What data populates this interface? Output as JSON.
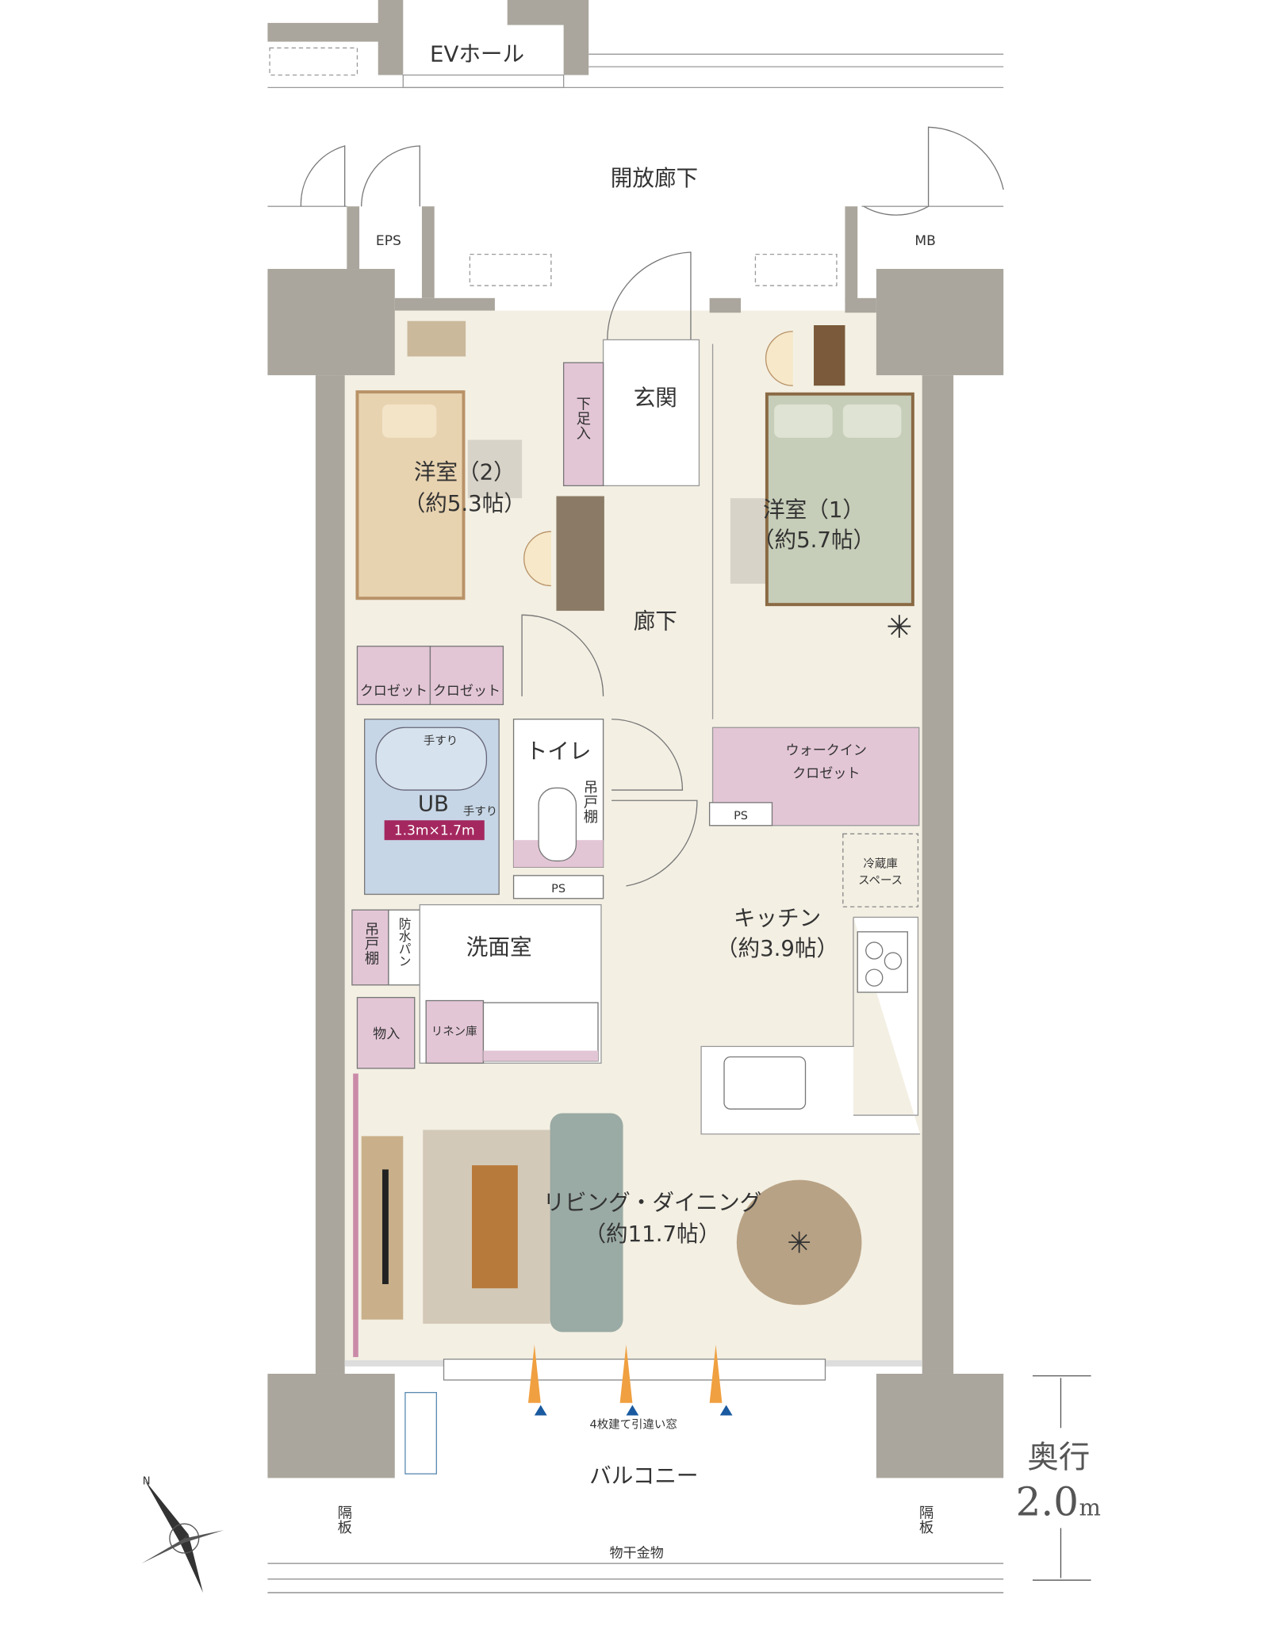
{
  "plan": {
    "ev_hall": "EVホール",
    "open_corridor": "開放廊下",
    "eps": "EPS",
    "mb": "MB",
    "western_room_2": {
      "name": "洋室（2）",
      "size": "（約5.3帖）"
    },
    "western_room_1": {
      "name": "洋室（1）",
      "size": "（約5.7帖）"
    },
    "entrance": "玄関",
    "shoe_storage": "下足入",
    "hallway": "廊下",
    "closet_a": "クロゼット",
    "closet_b": "クロゼット",
    "unit_bath": {
      "name": "UB",
      "size": "1.3m×1.7m",
      "handrail_1": "手すり",
      "handrail_2": "手すり"
    },
    "toilet": {
      "name": "トイレ",
      "shelf": "吊戸棚",
      "ps": "PS"
    },
    "walk_in_closet": {
      "line1": "ウォークイン",
      "line2": "クロゼット",
      "ps": "PS"
    },
    "fridge_space": {
      "line1": "冷蔵庫",
      "line2": "スペース"
    },
    "kitchen": {
      "name": "キッチン",
      "size": "（約3.9帖）"
    },
    "washroom": {
      "name": "洗面室",
      "shelf": "吊戸棚",
      "washer_pan": "防水パン"
    },
    "storage": "物入",
    "linen": "リネン庫",
    "living_dining": {
      "name": "リビング・ダイニング",
      "size": "（約11.7帖）"
    },
    "window": "4枚建て引違い窓",
    "balcony": "バルコニー",
    "partition_left": "隔板",
    "partition_right": "隔板",
    "clothes_rack": "物干金物",
    "depth": {
      "label": "奥行",
      "value": "2.0",
      "unit": "m"
    },
    "compass": "N"
  },
  "colors": {
    "floor": "#f3efe3",
    "wall": "#aaa69d",
    "storage": "#e3c6d6",
    "bath": "#c6d6e6",
    "badge": "#a4285f"
  }
}
